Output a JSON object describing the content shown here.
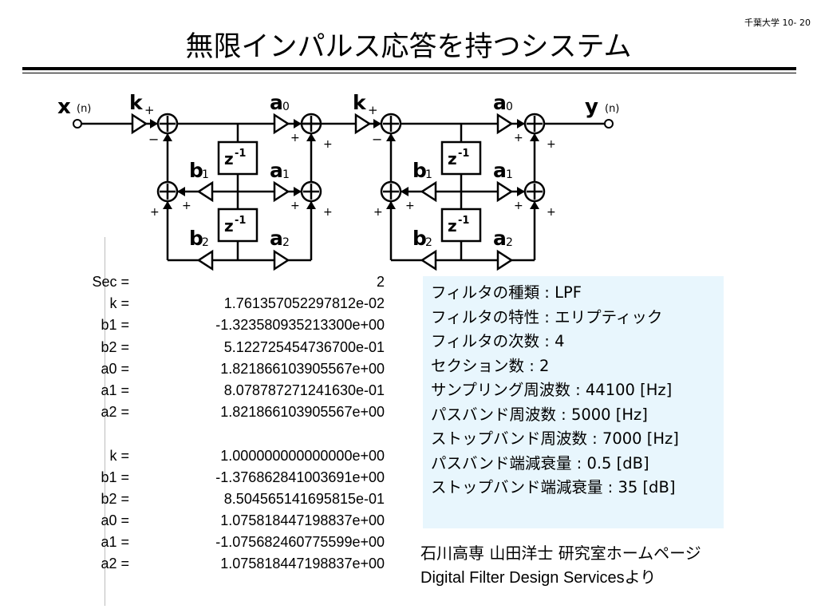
{
  "page_number": "千葉大学 10- 20",
  "title": "無限インパルス応答を持つシステム",
  "diagram": {
    "input_label": "x",
    "output_label": "y",
    "index": "(n)",
    "gain_k": "k",
    "coef_b1": "b",
    "coef_b2": "b",
    "coef_a0": "a",
    "coef_a1": "a",
    "coef_a2": "a",
    "sub_0": "0",
    "sub_1": "1",
    "sub_2": "2",
    "delay": "z",
    "delay_exp": "-1",
    "plus": "+",
    "minus": "−"
  },
  "coefficients": {
    "section1": [
      {
        "label": "Sec =",
        "value": "2"
      },
      {
        "label": "k =",
        "value": "1.761357052297812e-02"
      },
      {
        "label": "b1 =",
        "value": "-1.323580935213300e+00"
      },
      {
        "label": "b2 =",
        "value": "5.122725454736700e-01"
      },
      {
        "label": "a0 =",
        "value": "1.821866103905567e+00"
      },
      {
        "label": "a1 =",
        "value": "8.078787271241630e-01"
      },
      {
        "label": "a2 =",
        "value": "1.821866103905567e+00"
      }
    ],
    "section2": [
      {
        "label": "k =",
        "value": "1.000000000000000e+00"
      },
      {
        "label": "b1 =",
        "value": "-1.376862841003691e+00"
      },
      {
        "label": "b2 =",
        "value": "8.504565141695815e-01"
      },
      {
        "label": "a0 =",
        "value": "1.075818447198837e+00"
      },
      {
        "label": "a1 =",
        "value": "-1.075682460775599e+00"
      },
      {
        "label": "a2 =",
        "value": "1.075818447198837e+00"
      }
    ]
  },
  "filter_info": [
    "フィルタの種類 : LPF",
    "フィルタの特性 : エリプティック",
    "フィルタの次数 : 4",
    "セクション数 : 2",
    "サンプリング周波数 : 44100 [Hz]",
    "パスバンド周波数 : 5000 [Hz]",
    "ストップバンド周波数 : 7000 [Hz]",
    "パスバンド端減衰量 : 0.5 [dB]",
    "ストップバンド端減衰量 : 35 [dB]"
  ],
  "credit": {
    "line1": "石川高専 山田洋士 研究室ホームページ",
    "line2": "Digital Filter Design Servicesより"
  }
}
